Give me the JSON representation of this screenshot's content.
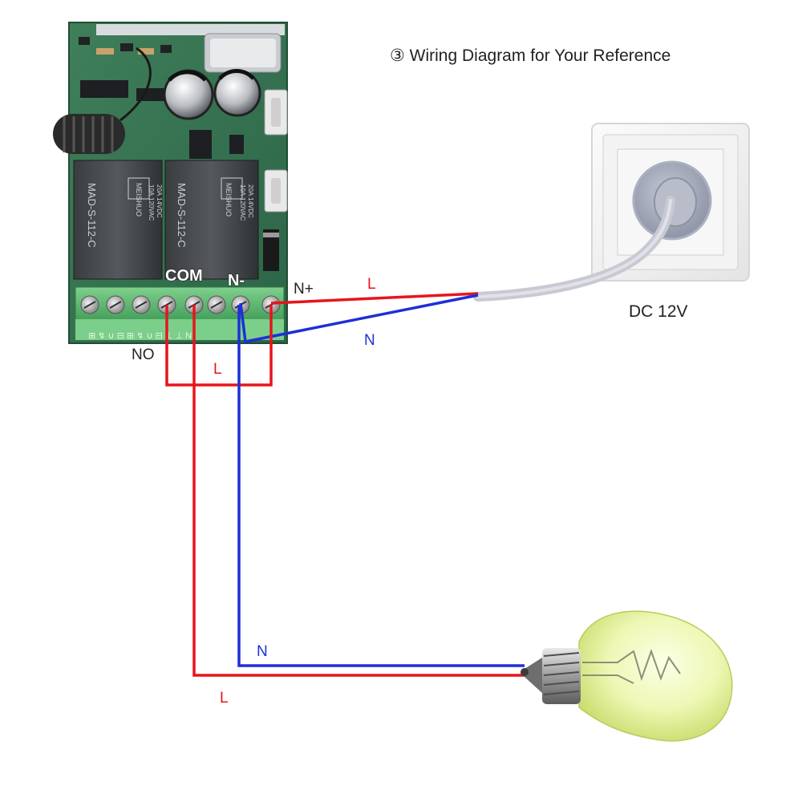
{
  "title": "③ Wiring Diagram for Your Reference",
  "power": {
    "label": "DC 12V"
  },
  "terminals": {
    "com": "COM",
    "no": "NO",
    "n_minus": "N-",
    "n_plus": "N+"
  },
  "wires": {
    "live_label": "L",
    "neutral_label": "N",
    "live_color": "#e8141c",
    "neutral_color": "#1e2fd8"
  },
  "relay_board": {
    "relay_model": "MAD-S-112-C",
    "relay_brand": "MEISHUO",
    "relay_rating_1": "10A 120VAC",
    "relay_rating_2": "20A 14VDC"
  },
  "lamp": {
    "type": "incandescent bulb"
  }
}
